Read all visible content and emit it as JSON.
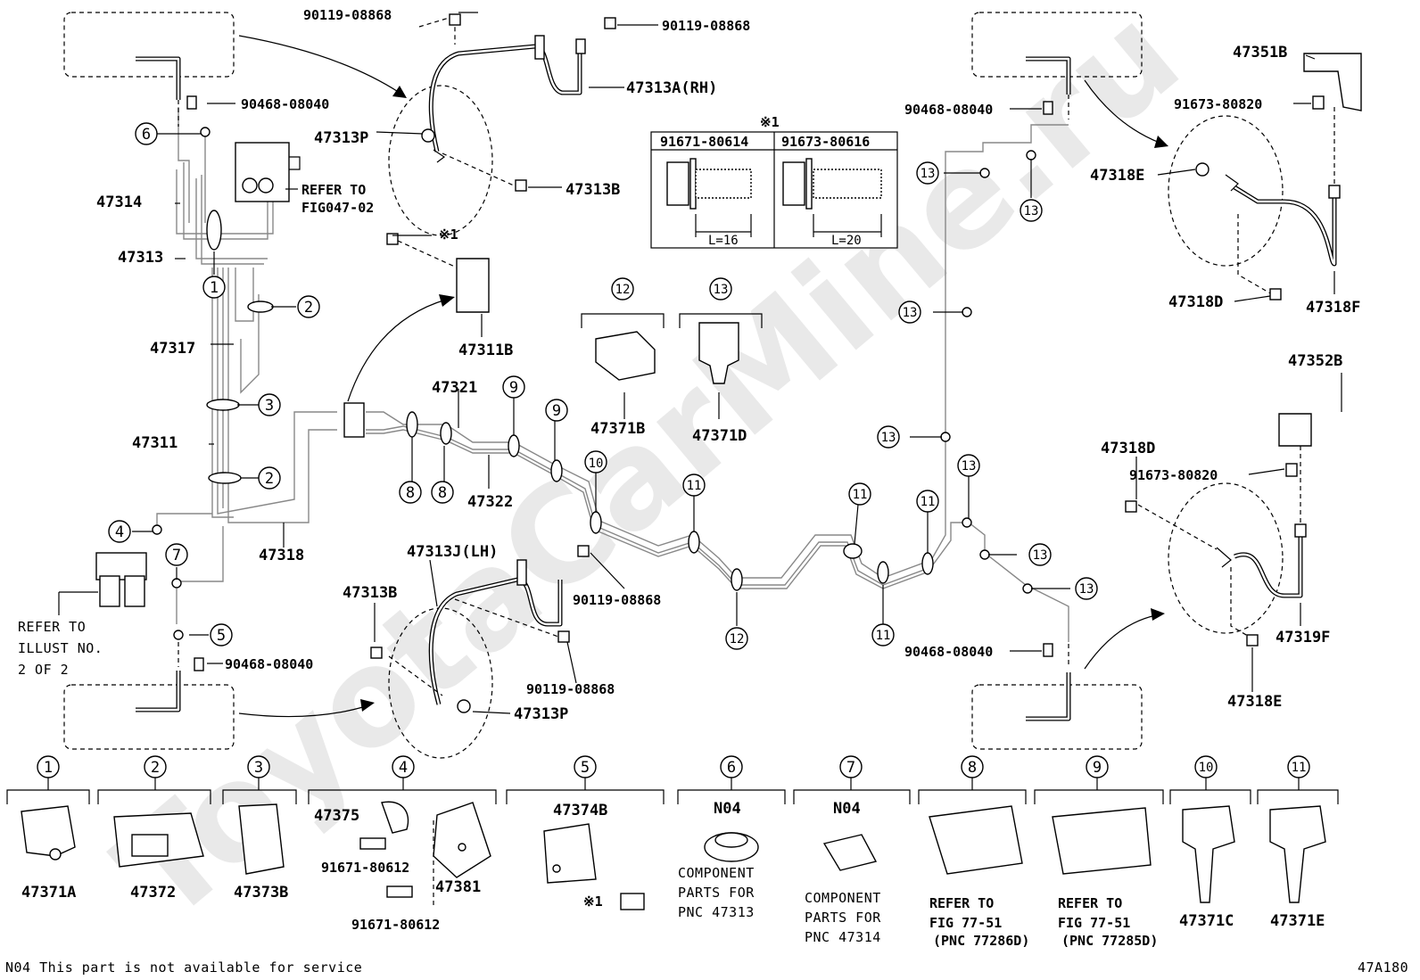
{
  "diagram": {
    "code": "47A180",
    "footnote": "N04 This part is not available for service",
    "refer_illust": [
      "REFER TO",
      "ILLUST NO.",
      "2 OF 2"
    ],
    "refer_fig": [
      "REFER TO",
      "FIG047-02"
    ],
    "labels": {
      "p47313A": "47313A(RH)",
      "p47313P_top": "47313P",
      "p47313B_top": "47313B",
      "p47313J": "47313J(LH)",
      "p47313B_bot": "47313B",
      "p47313P_bot": "47313P",
      "p47314": "47314",
      "p47313": "47313",
      "p47317": "47317",
      "p47311": "47311",
      "p47318": "47318",
      "p47311B": "47311B",
      "p47321": "47321",
      "p47322": "47322",
      "p47371B": "47371B",
      "p47371D": "47371D",
      "p47351B": "47351B",
      "p47318E_top": "47318E",
      "p47318D_top": "47318D",
      "p47318F": "47318F",
      "p47352B": "47352B",
      "p47318D_bot": "47318D",
      "p47319F": "47319F",
      "p47318E_bot": "47318E",
      "b90119_a": "90119-08868",
      "b90119_b": "90119-08868",
      "b90119_c": "90119-08868",
      "b90119_d": "90119-08868",
      "c90468_a": "90468-08040",
      "c90468_b": "90468-08040",
      "c90468_c": "90468-08040",
      "c90468_d": "90468-08040",
      "b91673_a": "91673-80820",
      "b91673_b": "91673-80820",
      "asterisk1": "※1"
    },
    "bolt_table": {
      "mark": "※1",
      "left": {
        "pn": "91671-80614",
        "len": "L=16"
      },
      "right": {
        "pn": "91673-80616",
        "len": "L=20"
      }
    },
    "legend": [
      {
        "num": "1",
        "parts": [
          "47371A"
        ]
      },
      {
        "num": "2",
        "parts": [
          "47372"
        ]
      },
      {
        "num": "3",
        "parts": [
          "47373B"
        ]
      },
      {
        "num": "4",
        "parts": [
          "47375",
          "91671-80612",
          "91671-80612",
          "47381"
        ]
      },
      {
        "num": "5",
        "parts": [
          "47374B",
          "※1"
        ]
      },
      {
        "num": "6",
        "code": "N04",
        "note": [
          "COMPONENT",
          "PARTS FOR",
          "PNC 47313"
        ]
      },
      {
        "num": "7",
        "code": "N04",
        "note": [
          "COMPONENT",
          "PARTS FOR",
          "PNC 47314"
        ]
      },
      {
        "num": "8",
        "note": [
          "REFER TO",
          "FIG 77-51",
          "(PNC 77286D)"
        ]
      },
      {
        "num": "9",
        "note": [
          "REFER TO",
          "FIG 77-51",
          "(PNC 77285D)"
        ]
      },
      {
        "num": "10",
        "parts": [
          "47371C"
        ]
      },
      {
        "num": "11",
        "parts": [
          "47371E"
        ]
      }
    ],
    "callout_nums": [
      "1",
      "2",
      "3",
      "4",
      "5",
      "6",
      "7",
      "8",
      "9",
      "10",
      "11",
      "12",
      "13"
    ]
  }
}
